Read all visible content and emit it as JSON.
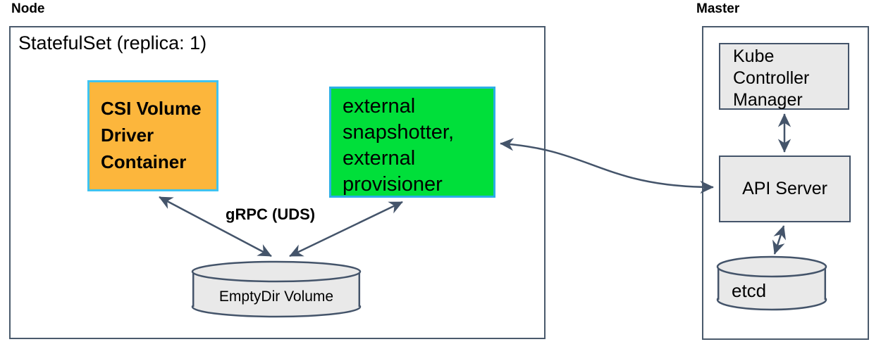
{
  "colors": {
    "arrow": "#44546a",
    "shape_border": "#44546a",
    "zone_border": "#4a5a6c",
    "gray_fill": "#e9e9e9",
    "orange_fill": "#fcb63c",
    "orange_border": "#3fc3f0",
    "green_fill": "#00df3a",
    "green_border": "#2caee6",
    "text": "#000000"
  },
  "node": {
    "label": "Node",
    "statefulset_title": "StatefulSet (replica: 1)",
    "csi_box": {
      "lines": [
        "CSI Volume",
        "Driver",
        "Container"
      ]
    },
    "sidecar_box": {
      "lines": [
        "external",
        "snapshotter,",
        "external",
        "provisioner"
      ]
    },
    "grpc_label": "gRPC (UDS)",
    "emptydir_label": "EmptyDir Volume"
  },
  "master": {
    "label": "Master",
    "kcm_box": {
      "lines": [
        "Kube",
        "Controller",
        "Manager"
      ]
    },
    "api_server_label": "API Server",
    "etcd_label": "etcd"
  }
}
